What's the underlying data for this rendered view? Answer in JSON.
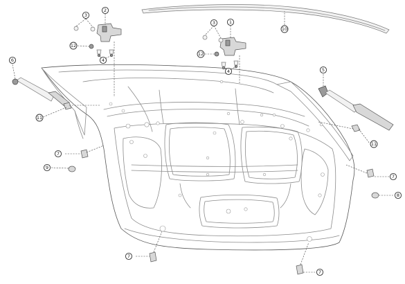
{
  "diagram": {
    "callouts": [
      {
        "id": "c1",
        "label": "1"
      },
      {
        "id": "c2",
        "label": "2"
      },
      {
        "id": "c3a",
        "label": "3"
      },
      {
        "id": "c3b",
        "label": "3"
      },
      {
        "id": "c4a",
        "label": "4"
      },
      {
        "id": "c4b",
        "label": "4"
      },
      {
        "id": "c5",
        "label": "5"
      },
      {
        "id": "c6",
        "label": "6"
      },
      {
        "id": "c7a",
        "label": "7"
      },
      {
        "id": "c7b",
        "label": "7"
      },
      {
        "id": "c7c",
        "label": "7"
      },
      {
        "id": "c7d",
        "label": "7"
      },
      {
        "id": "c8",
        "label": "8"
      },
      {
        "id": "c9",
        "label": "9"
      },
      {
        "id": "c10",
        "label": "10"
      },
      {
        "id": "c11a",
        "label": "11"
      },
      {
        "id": "c11b",
        "label": "11"
      },
      {
        "id": "c12a",
        "label": "12"
      },
      {
        "id": "c12b",
        "label": "12"
      }
    ]
  },
  "colors": {
    "line": "#8a8a8a",
    "callout_stroke": "#333333",
    "background": "#ffffff"
  }
}
